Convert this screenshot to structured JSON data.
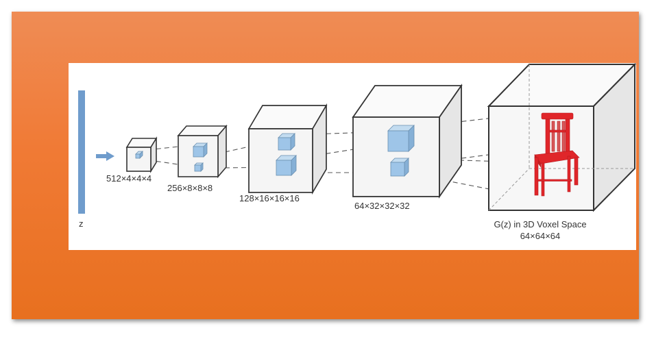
{
  "diagram": {
    "z_label": "z",
    "layers": [
      {
        "label": "512×4×4×4"
      },
      {
        "label": "256×8×8×8"
      },
      {
        "label": "128×16×16×16"
      },
      {
        "label": "64×32×32×32"
      }
    ],
    "output": {
      "label_line1": "G(z) in 3D Voxel Space",
      "label_line2": "64×64×64"
    }
  },
  "colors": {
    "background_top": "#ef8c55",
    "background_bottom": "#e8701f",
    "latent_bar": "#6f9ccc",
    "arrow": "#6f9ccc",
    "voxel_block": "#9ec5e8",
    "chair": "#e0262a",
    "cube_edge": "#333333"
  },
  "icons": [
    "right-arrow-icon",
    "chair-icon"
  ]
}
